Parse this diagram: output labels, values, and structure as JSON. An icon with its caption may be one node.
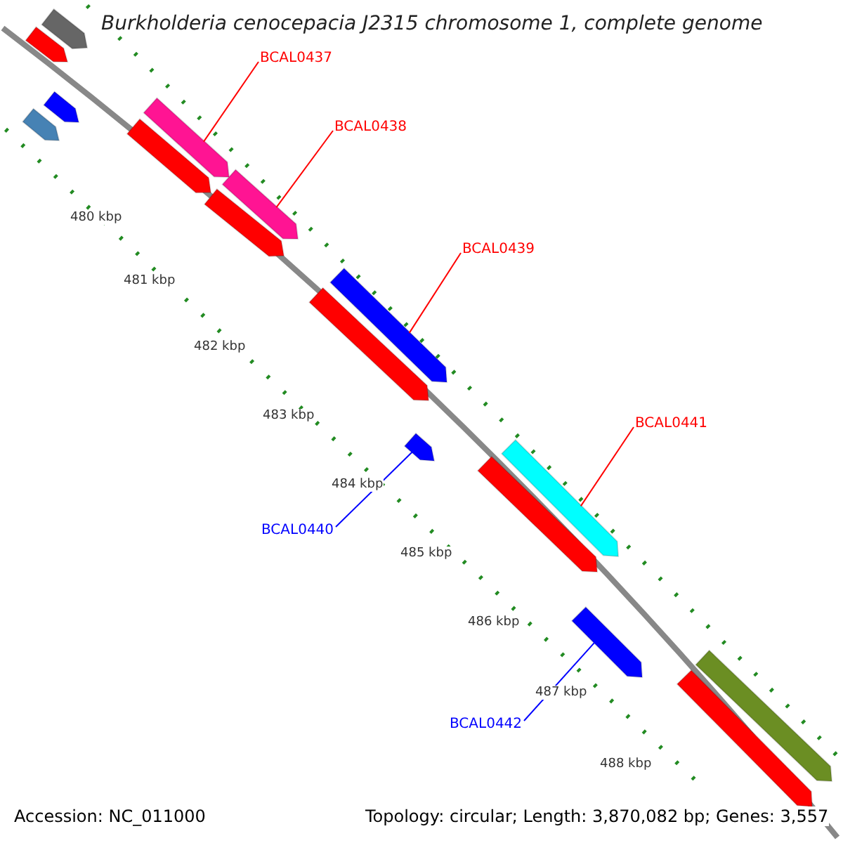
{
  "diagram": {
    "title": "Burkholderia cenocepacia J2315 chromosome 1, complete genome",
    "nodes": [
      {
        "text": [
          "BCAL0437"
        ]
      },
      {
        "text": [],
        "shape": "bar"
      },
      {
        "text": [
          "BCAL0438"
        ]
      },
      {
        "text": [],
        "shape": "bar"
      },
      {
        "text": [
          "BCAL0439"
        ]
      },
      {
        "text": [],
        "shape": "bar"
      },
      {
        "text": [
          "BCAL0441"
        ]
      },
      {
        "text": [],
        "shape": "bar"
      },
      {
        "text": [
          "BCAL0440"
        ]
      },
      {
        "text": [],
        "shape": "bar"
      },
      {
        "text": [
          "BCAL0442"
        ]
      },
      {
        "text": [],
        "shape": "bar"
      }
    ],
    "edges": [
      {
        "from": 0,
        "to": 1,
        "arrow": "none"
      },
      {
        "from": 2,
        "to": 3,
        "arrow": "none"
      },
      {
        "from": 4,
        "to": 5,
        "arrow": "none"
      },
      {
        "from": 6,
        "to": 7,
        "arrow": "none"
      },
      {
        "from": 8,
        "to": 9,
        "arrow": "none",
        "color": "#0000ff"
      },
      {
        "from": 10,
        "to": 11,
        "arrow": "none",
        "color": "#0000ff"
      }
    ],
    "labels": [
      "480 kbp",
      "481 kbp",
      "482 kbp",
      "483 kbp",
      "484 kbp",
      "485 kbp",
      "486 kbp",
      "487 kbp",
      "488 kbp",
      "Accession: NC_011000",
      "Topology: circular; Length: 3,870,082 bp; Genes: 3,557"
    ]
  }
}
